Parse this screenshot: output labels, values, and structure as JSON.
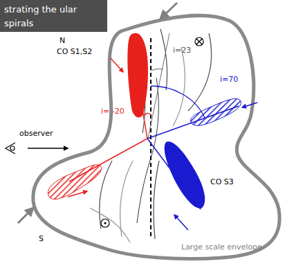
{
  "diagram": {
    "title": "strating the ular spirals",
    "labels": [
      "N",
      "CO S1,S2",
      "i=23",
      "i= -20",
      "i=70",
      "observer",
      "CO S3",
      "S",
      "Large scale envelope"
    ]
  }
}
